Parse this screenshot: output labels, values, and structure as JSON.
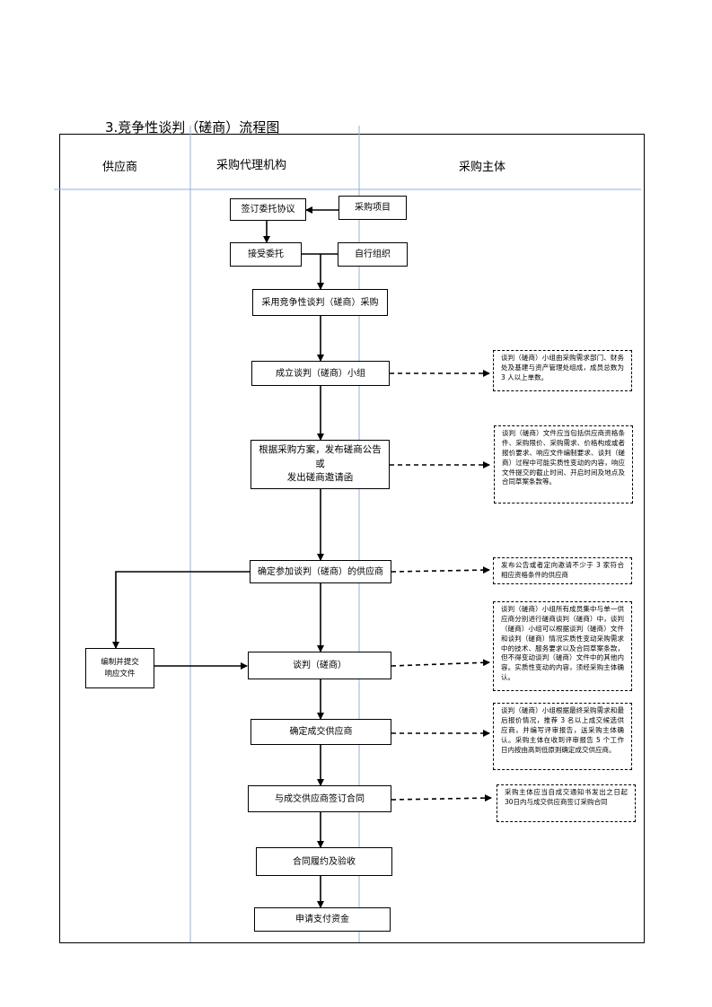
{
  "title": "3.竞争性谈判（磋商）流程图",
  "columns": {
    "supplier": "供应商",
    "agency": "采购代理机构",
    "purchaser": "采购主体"
  },
  "boxes": {
    "sign_agreement": "签订委托协议",
    "purchase_project": "采购项目",
    "accept_entrust": "接受委托",
    "self_organize": "自行组织",
    "adopt_method": "采用竞争性谈判（磋商）采购",
    "form_group": "成立谈判（磋商）小组",
    "publish_line1": "根据采购方案，发布磋商公告或",
    "publish_line2": "发出磋商邀请函",
    "confirm_suppliers": "确定参加谈判（磋商）的供应商",
    "prepare_line1": "编制并提交",
    "prepare_line2": "响应文件",
    "negotiate": "谈判（磋商）",
    "determine_winner": "确定成交供应商",
    "sign_contract": "与成交供应商签订合同",
    "performance": "合同履约及验收",
    "payment": "申请支付资金"
  },
  "notes": {
    "group_note": "谈判（磋商）小组由采购需求部门、财务处及基建与资产管理处组成，成员总数为 3 人以上单数。",
    "docs_note": "谈判（磋商）文件应当包括供应商资格条件、采购限价、采购需求、价格构成或者报价要求、响应文件编制要求、谈判（磋商）过程中可能实质性变动的内容，响应文件提交的截止时间、开启时间及地点及合同草案条款等。",
    "supplier_note": "发布公告或者定向邀请不少于 3 家符合相应资格条件的供应商",
    "negotiate_note": "谈判（磋商）小组所有成员集中与单一供应商分别进行磋商谈判（磋商）中，谈判（磋商）小组可以根据谈判（磋商）文件和谈判（磋商）情况实质性变动采购需求中的技术、服务要求以及合同草案条款，但不得变动谈判（磋商）文件中的其他内容。实质性变动的内容，须经采购主体确认。",
    "winner_note": "谈判（磋商）小组根据最终采购需求和最后报价情况，推荐 3 名以上成交候选供应商，并编写评审报告，送采购主体确认。采购主体在收到评审报告 5 个工作日内按由高到低原则确定成交供应商。",
    "contract_note": "采购主体应当自成交通知书发出之日起30日内与成交供应商签订采购合同"
  },
  "colors": {
    "line": "#000000",
    "column_divider": "#8fb3d9"
  }
}
